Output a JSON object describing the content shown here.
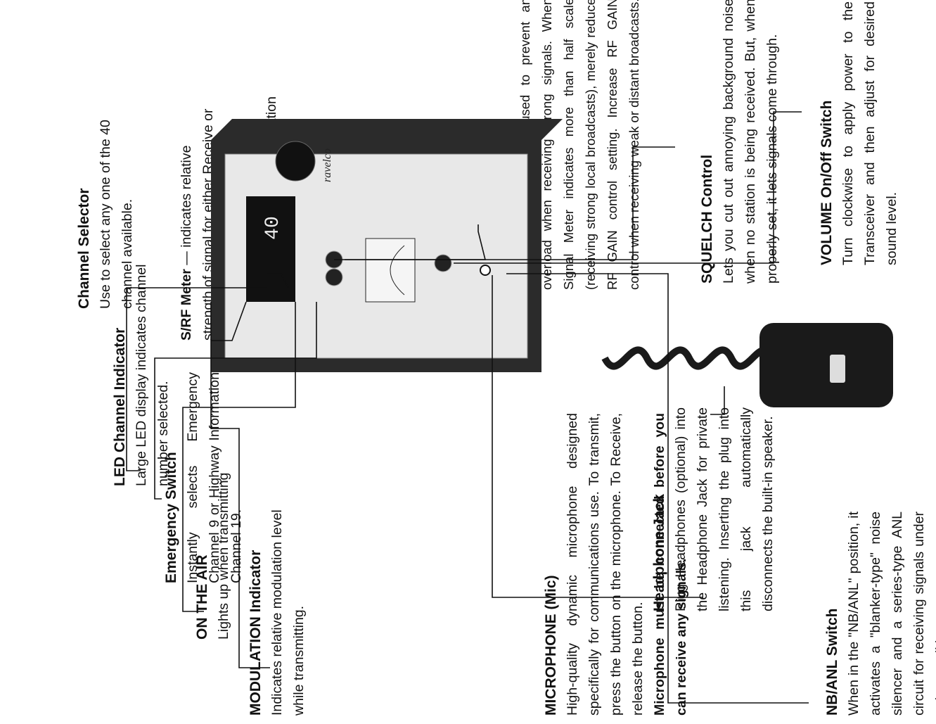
{
  "microphone": {
    "title": "MICROPHONE (Mic)",
    "body": "High-quality dynamic microphone designed specifically for communications use. To transmit, press the button on the microphone. To Receive, release the button.",
    "warning": "Microphone must be connected before you can receive any signals."
  },
  "modulation": {
    "title": "MODULATION Indicator",
    "body": "Indicates relative modulation level while transmitting."
  },
  "on_the_air": {
    "title": "ON THE AIR",
    "body": "Lights up when transmitting"
  },
  "emergency": {
    "title": "Emergency Switch",
    "body": "Instantly selects Emergency Channel 9 or Highway Information Channel 19."
  },
  "led_channel": {
    "title": "LED Channel Indicator",
    "body": "Large LED display indicates channel number selected."
  },
  "channel_selector": {
    "title": "Channel Selector",
    "body": "Use to select any one of the 40 channel available."
  },
  "rf_gain": {
    "title": "RF GAIN Control",
    "body": "The RF GAIN control is used to prevent an overload when receiving strong signals. When Signal Meter indicates more than half scale (receiving strong local broadcasts), merely reduce RF GAIN control setting. Increase RF GAIN control when receiving weak or distant broadcasts."
  },
  "squelch": {
    "title": "SQUELCH Control",
    "body": "Lets you cut out annoying background noise when no station is being received. But, when properly set, it lets signals come through."
  },
  "volume": {
    "title": "VOLUME On/Off Switch",
    "body": "Turn clockwise to apply power to the Transceiver and then adjust for desired sound level."
  },
  "sr_meter": {
    "title": "S/RF Meter",
    "body": "— indicates relative strength of signal for either Receive or Transmit."
  },
  "cb_pa_mon": {
    "title": "CB-PA-MON Switch",
    "body": "Selects desired mode of operation"
  },
  "headphone": {
    "title": "Headphone Jack",
    "body": "Plug Headphones (optional) into the Headphone Jack for private listening. Inserting the plug into this jack automatically disconnects the built-in speaker."
  },
  "nb_anl": {
    "title": "NB/ANL Switch",
    "body": "When in the \"NB/ANL\" position, it activates a \"blanker-type\" noise silencer and a series-type ANL circuit for receiving signals under noisy conditions."
  },
  "radio": {
    "channel_display": "40",
    "brand": "ravelco"
  },
  "colors": {
    "ink": "#111111",
    "radio_body": "#1b1b1b",
    "panel": "#e8e8e8"
  }
}
